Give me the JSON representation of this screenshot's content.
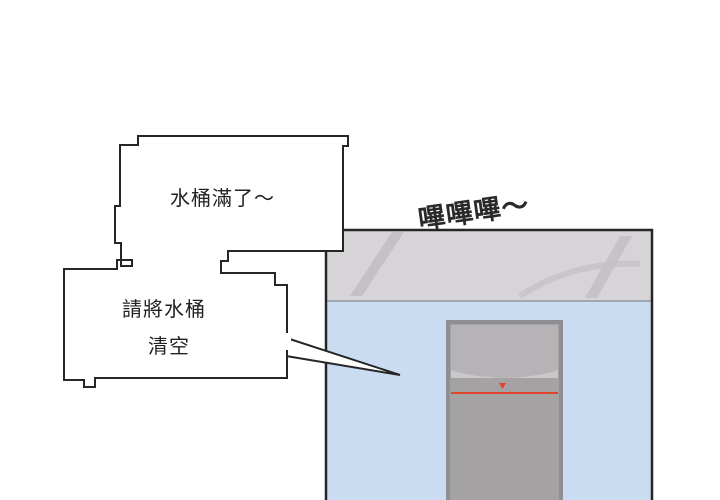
{
  "bubble_top": {
    "text": "水桶滿了～"
  },
  "bubble_bottom": {
    "line1": "請將水桶",
    "line2": "清空"
  },
  "sound_effect": {
    "text": "嗶嗶嗶～"
  },
  "colors": {
    "wall": "#c9dcf2",
    "ceiling": "#d6d4d6",
    "machine_frame": "#8f8e93",
    "machine_body": "#a5a2a4",
    "alarm_line": "#e0452b",
    "outline": "#262626"
  }
}
